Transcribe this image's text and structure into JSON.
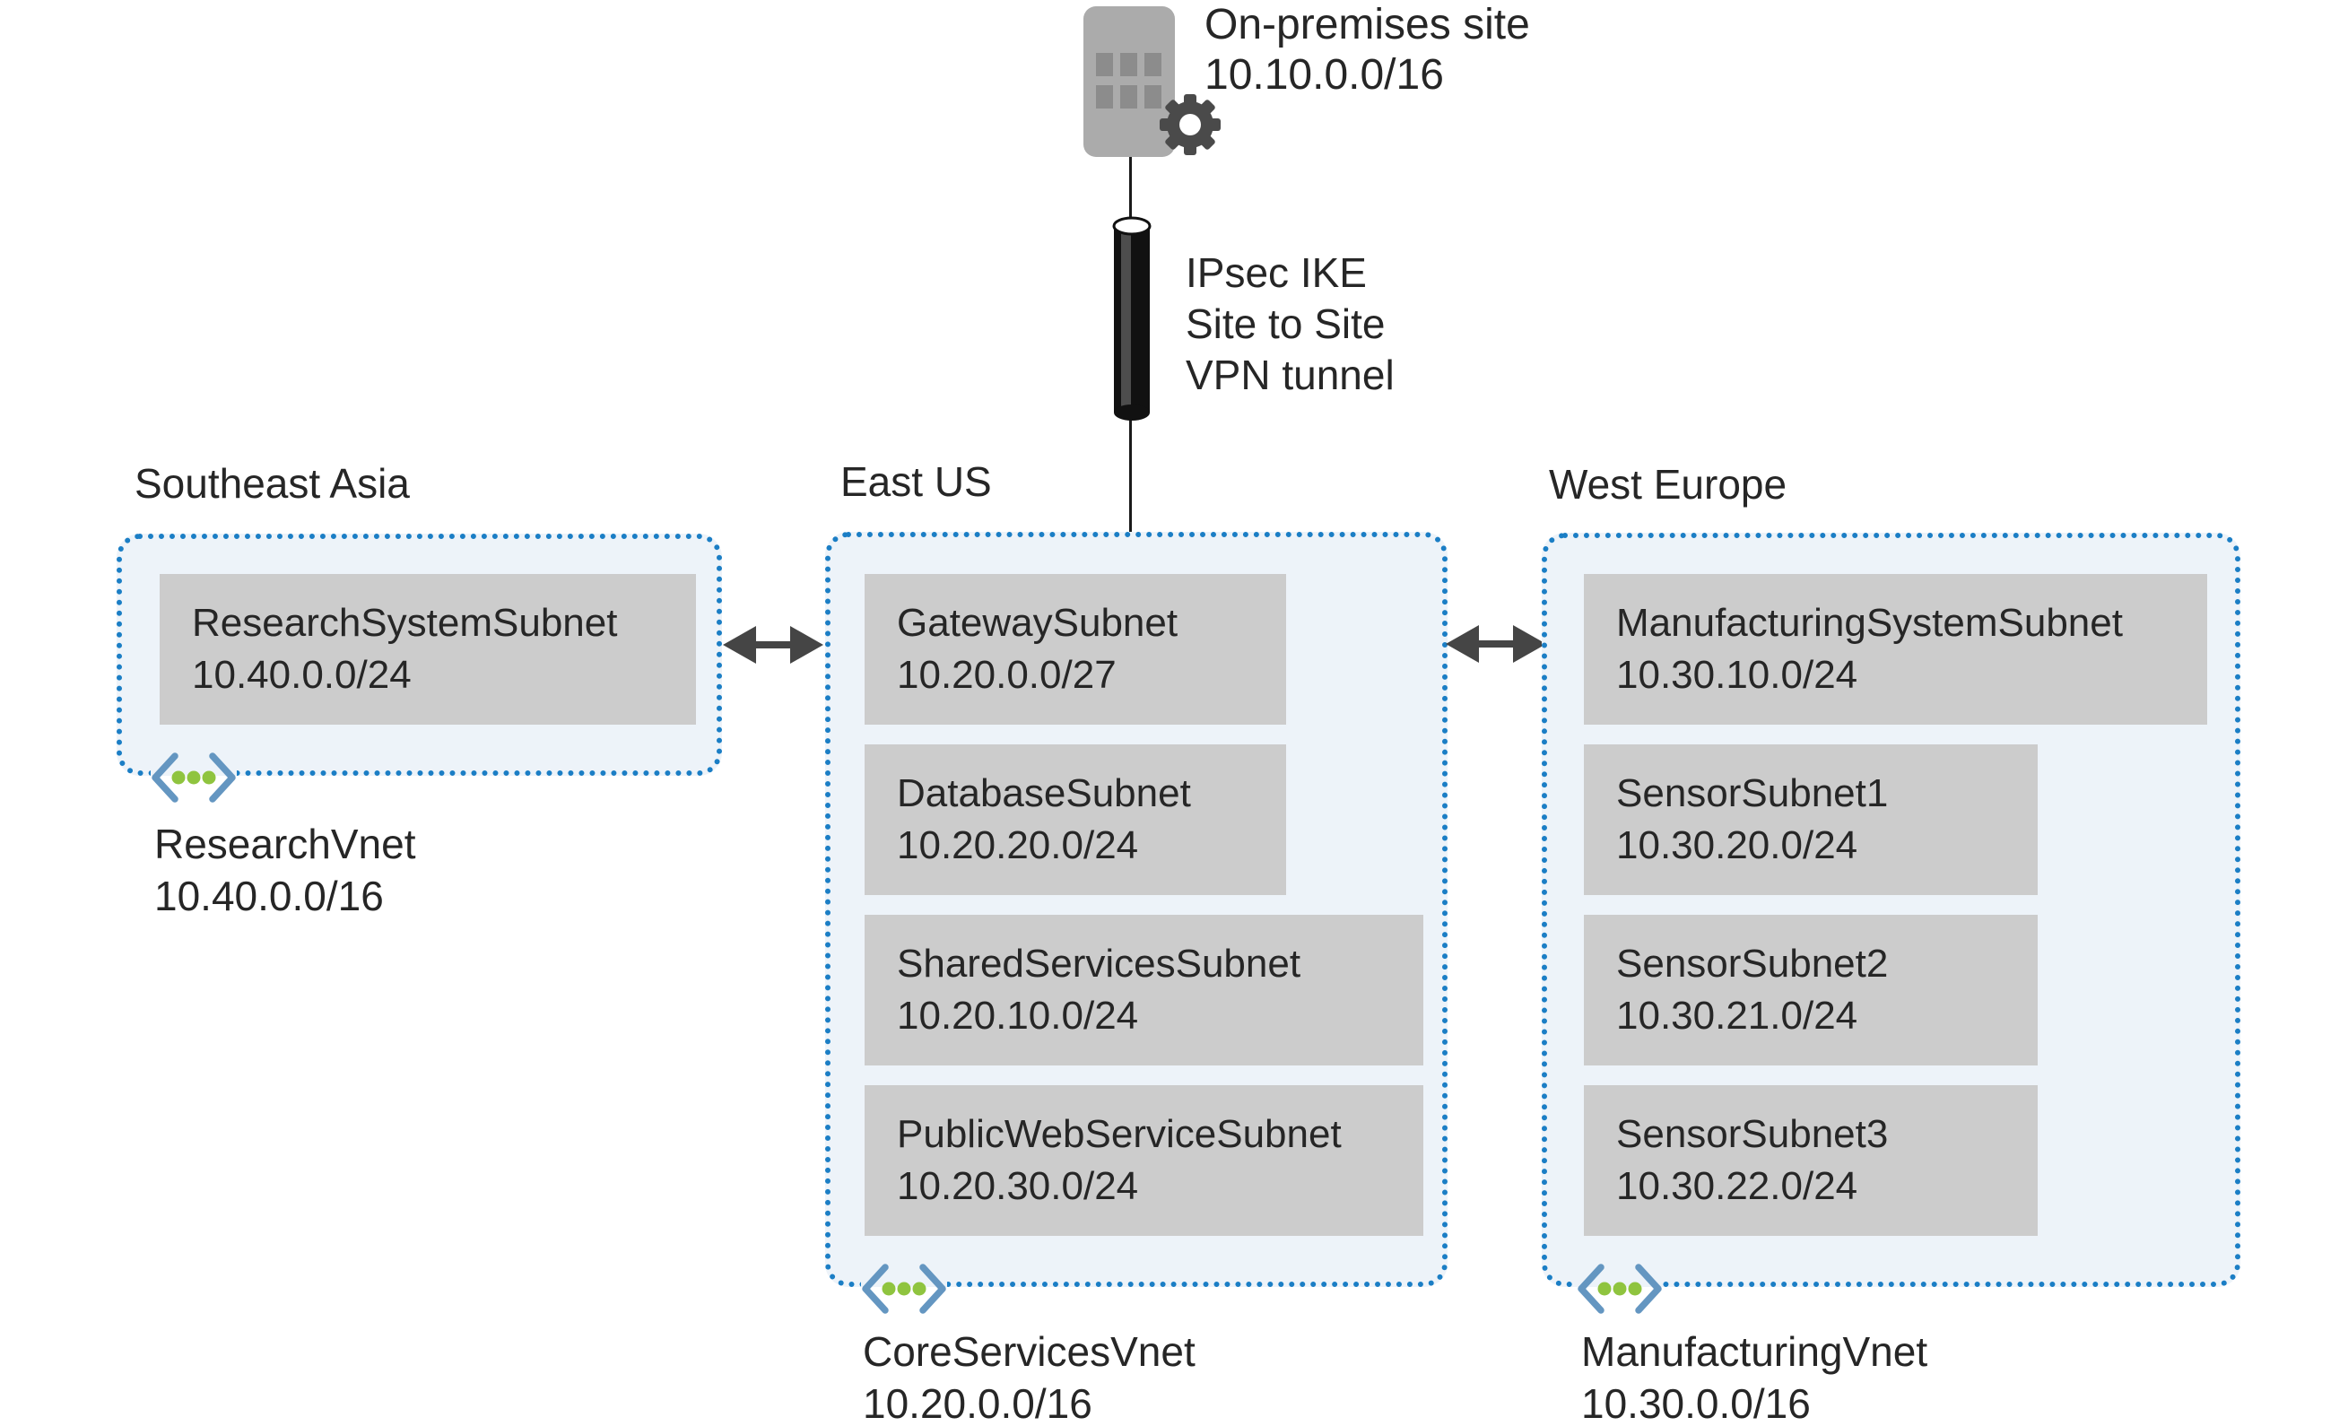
{
  "on_premises": {
    "label": "On-premises site",
    "cidr": "10.10.0.0/16"
  },
  "vpn_tunnel": {
    "lines": [
      "IPsec IKE",
      "Site to Site",
      "VPN tunnel"
    ]
  },
  "regions": [
    {
      "label": "Southeast Asia",
      "vnet_name": "ResearchVnet",
      "vnet_cidr": "10.40.0.0/16",
      "subnets": [
        {
          "name": "ResearchSystemSubnet",
          "cidr": "10.40.0.0/24"
        }
      ]
    },
    {
      "label": "East US",
      "vnet_name": "CoreServicesVnet",
      "vnet_cidr": "10.20.0.0/16",
      "subnets": [
        {
          "name": "GatewaySubnet",
          "cidr": "10.20.0.0/27"
        },
        {
          "name": "DatabaseSubnet",
          "cidr": "10.20.20.0/24"
        },
        {
          "name": "SharedServicesSubnet",
          "cidr": "10.20.10.0/24"
        },
        {
          "name": "PublicWebServiceSubnet",
          "cidr": "10.20.30.0/24"
        }
      ]
    },
    {
      "label": "West Europe",
      "vnet_name": "ManufacturingVnet",
      "vnet_cidr": "10.30.0.0/16",
      "subnets": [
        {
          "name": "ManufacturingSystemSubnet",
          "cidr": "10.30.10.0/24"
        },
        {
          "name": "SensorSubnet1",
          "cidr": "10.30.20.0/24"
        },
        {
          "name": "SensorSubnet2",
          "cidr": "10.30.21.0/24"
        },
        {
          "name": "SensorSubnet3",
          "cidr": "10.30.22.0/24"
        }
      ]
    }
  ],
  "icons": [
    "building-icon",
    "gear-icon",
    "vpn-tunnel-cylinder-icon",
    "vnet-icon",
    "bidirectional-arrow-icon"
  ],
  "colors": {
    "region_border_blue": "#1b7ec5",
    "region_fill": "#edf3f9",
    "subnet_fill": "#cccccc",
    "text": "#262626",
    "arrow_gray": "#454545",
    "building_gray": "#ababab",
    "building_window_gray": "#8c8c8c",
    "gear_gray": "#4a4a4a",
    "tunnel_black": "#111111",
    "vnet_bracket_blue": "#6496c1",
    "vnet_dot_green": "#8fc43f"
  }
}
